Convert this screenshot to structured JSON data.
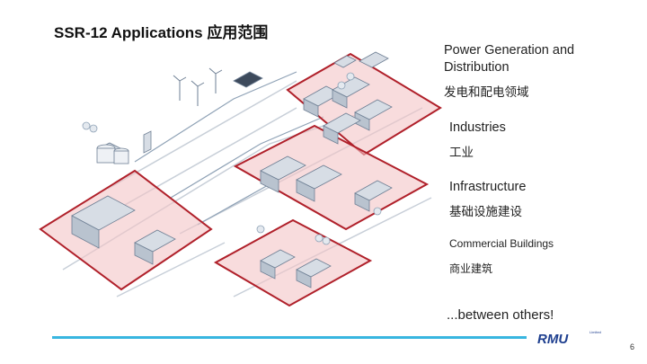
{
  "title": {
    "text_en": "SSR-12  Applications",
    "text_zh": "应用范围"
  },
  "labels": [
    {
      "en_line1": "Power Generation and",
      "en_line2": "Distribution",
      "zh": "发电和配电领域"
    },
    {
      "en": "Industries",
      "zh": "工业"
    },
    {
      "en": "Infrastructure",
      "zh": "基础设施建设"
    },
    {
      "en": "Commercial Buildings",
      "zh": "商业建筑"
    }
  ],
  "other": "...between others!",
  "logo": {
    "text": "RMU",
    "small": "Limited"
  },
  "page_number": "6",
  "colors": {
    "highlight_border": "#b0202a",
    "highlight_fill": "#f3c4c6",
    "accent_line": "#38b6e0",
    "logo_blue": "#1e3f8f"
  }
}
